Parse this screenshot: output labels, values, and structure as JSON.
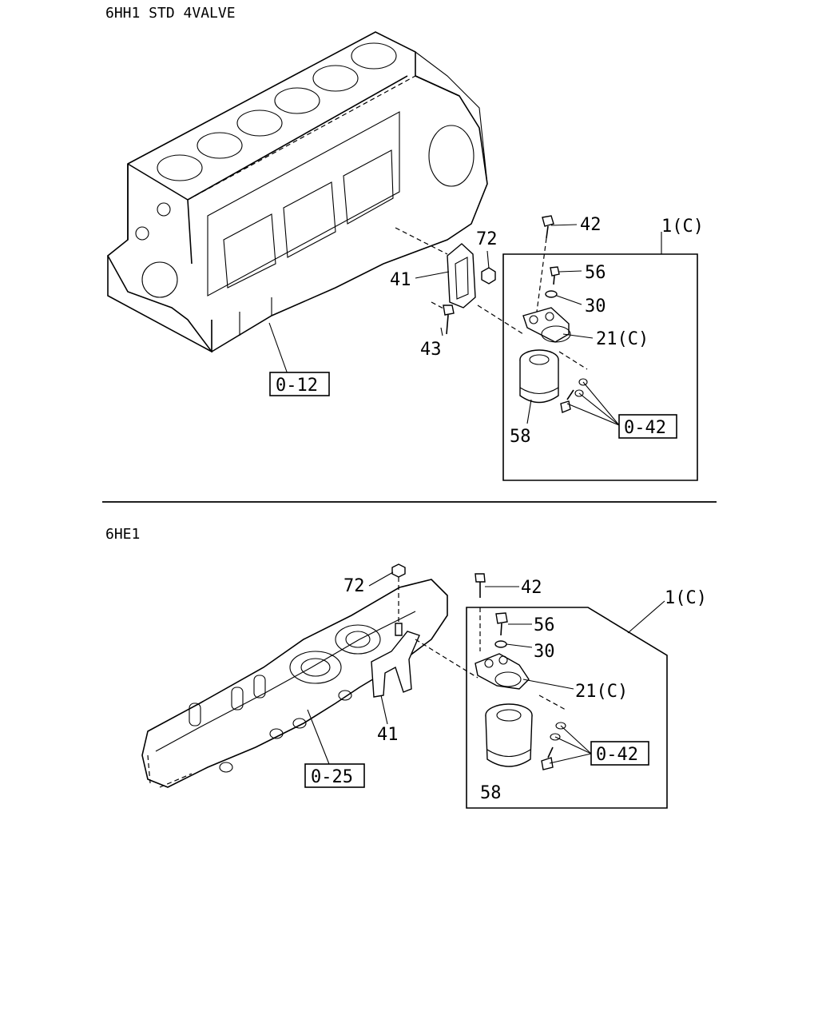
{
  "sections": {
    "top": {
      "title": "6HH1 STD 4VALVE",
      "labels": {
        "p42": "42",
        "p1c": "1(C)",
        "p72": "72",
        "p56": "56",
        "p41": "41",
        "p30": "30",
        "p21c": "21(C)",
        "p43": "43",
        "p58": "58"
      },
      "refs": {
        "r012": "0-12",
        "r042": "0-42"
      }
    },
    "bottom": {
      "title": "6HE1",
      "labels": {
        "p72": "72",
        "p42": "42",
        "p1c": "1(C)",
        "p56": "56",
        "p30": "30",
        "p21c": "21(C)",
        "p41": "41",
        "p58": "58"
      },
      "refs": {
        "r025": "0-25",
        "r042": "0-42"
      }
    }
  }
}
